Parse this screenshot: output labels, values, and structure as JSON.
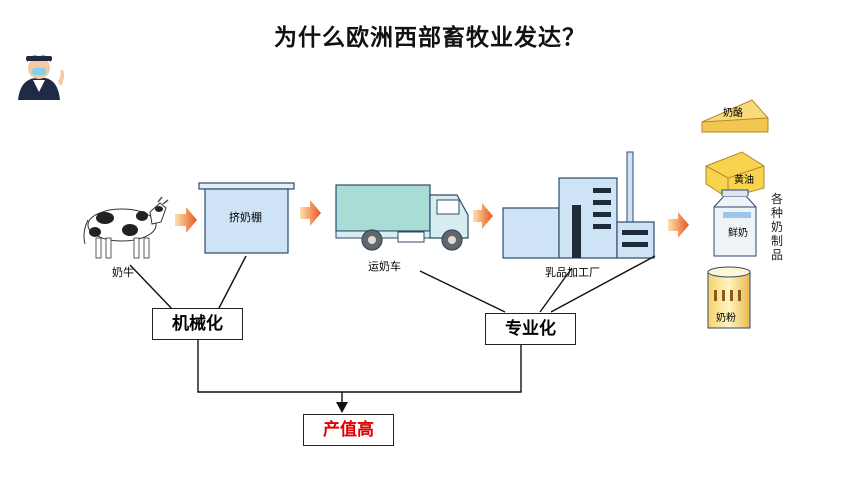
{
  "title": "为什么欧洲西部畜牧业发达？",
  "steps": {
    "cow": "奶牛",
    "milking_shed": "挤奶棚",
    "truck": "运奶车",
    "factory": "乳品加工厂"
  },
  "products": {
    "cheese": "奶酪",
    "butter": "黄油",
    "fresh_milk": "鲜奶",
    "milk_powder": "奶粉",
    "group_label": "各种奶制品"
  },
  "labels": {
    "mechanization": "机械化",
    "specialization": "专业化",
    "high_output": "产值高"
  },
  "colors": {
    "arrow_gradient_start": "#fdd9a0",
    "arrow_gradient_end": "#e85a1b",
    "result_text": "#e00000",
    "building_fill": "#cfe3f7",
    "building_stroke": "#2c4a6b"
  }
}
